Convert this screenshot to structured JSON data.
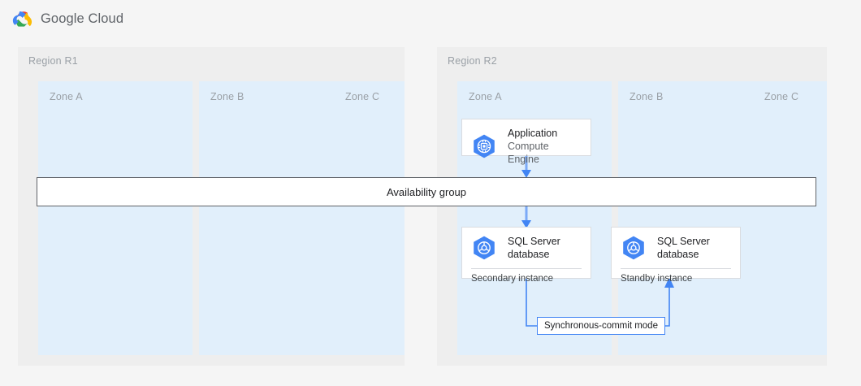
{
  "header": {
    "brand": "Google Cloud",
    "logo_icon": "google-cloud-logo-icon",
    "colors": {
      "red": "#EA4335",
      "yellow": "#FBBC04",
      "green": "#34A853",
      "blue": "#4285F4"
    }
  },
  "diagram": {
    "type": "architecture-diagram",
    "accent_blue": "#4285f4",
    "zone_fill": "#e1effb",
    "region_fill": "#eeeeee",
    "regions": [
      {
        "id": "r1",
        "label": "Region R1",
        "zones": [
          {
            "id": "r1-a",
            "label": "Zone A"
          },
          {
            "id": "r1-b",
            "label": "Zone B"
          },
          {
            "id": "r1-c",
            "label": "Zone C"
          }
        ]
      },
      {
        "id": "r2",
        "label": "Region R2",
        "zones": [
          {
            "id": "r2-a",
            "label": "Zone A"
          },
          {
            "id": "r2-b",
            "label": "Zone B"
          },
          {
            "id": "r2-c",
            "label": "Zone C"
          }
        ]
      }
    ],
    "nodes": [
      {
        "id": "application",
        "title": "Application",
        "subtitle": "Compute Engine",
        "icon": "compute-engine-icon",
        "region": "r2",
        "zone": "r2-a"
      },
      {
        "id": "secondary",
        "title": "SQL Server",
        "title2": "database",
        "footer": "Secondary instance",
        "icon": "sql-server-icon",
        "region": "r2",
        "zone": "r2-a"
      },
      {
        "id": "standby",
        "title": "SQL Server",
        "title2": "database",
        "footer": "Standby instance",
        "icon": "sql-server-icon",
        "region": "r2",
        "zone": "r2-b"
      }
    ],
    "availability_group": {
      "label": "Availability group"
    },
    "connectors": [
      {
        "id": "app-to-ag",
        "from": "application",
        "to": "availability-group",
        "style": "arrow-down"
      },
      {
        "id": "ag-to-db",
        "from": "availability-group",
        "to": "secondary",
        "style": "arrow-down"
      },
      {
        "id": "sync",
        "from": "secondary",
        "to": "standby",
        "style": "elbow-arrow-up",
        "label": "Synchronous-commit mode"
      }
    ]
  }
}
